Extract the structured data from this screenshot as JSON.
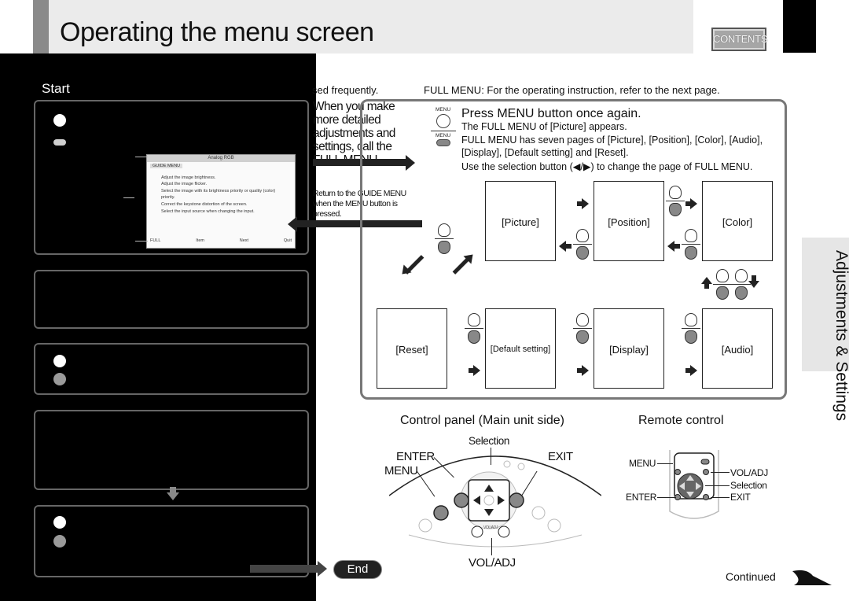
{
  "header": {
    "title": "Operating the menu screen",
    "contents_button": "CONTENTS"
  },
  "left_panel": {
    "start_label": "Start",
    "guide_menu": {
      "title": "Analog RGB",
      "subtitle": "GUIDE MENU",
      "lines": [
        "Adjust the image brightness.",
        "Adjust the image flicker.",
        "Select the image with its brightness priority or quality (color)",
        "priority.",
        "Correct the keystone distortion of the screen.",
        "Select the input source when changing the input."
      ],
      "footer": [
        "FULL",
        "Item",
        "Next",
        "Quit"
      ]
    }
  },
  "middle": {
    "top_text": "sed frequently.",
    "big_text": "When you make more detailed adjustments and settings, call the FULL MENU.",
    "small_text": "Return to the GUIDE MENU when the MENU button is pressed."
  },
  "full_menu": {
    "intro": "FULL MENU: For the operating instruction, refer to the next page.",
    "icon_label_top": "MENU",
    "icon_label_bottom": "MENU",
    "press_title": "Press MENU button once again.",
    "lines": [
      "The FULL MENU of [Picture] appears.",
      "FULL MENU has seven pages of [Picture], [Position], [Color], [Audio],",
      "[Display], [Default setting] and [Reset].",
      "Use the selection button (◀/▶) to change the page of FULL MENU."
    ],
    "pages_top": [
      "[Picture]",
      "[Position]",
      "[Color]"
    ],
    "pages_bottom": [
      "[Reset]",
      "[Default setting]",
      "[Display]",
      "[Audio]"
    ]
  },
  "side_tab": {
    "text": "Adjustments & Settings"
  },
  "control_panel": {
    "title": "Control panel (Main unit side)",
    "selection": "Selection",
    "enter": "ENTER",
    "menu": "MENU",
    "exit": "EXIT",
    "vol_adj": "VOL/ADJ",
    "small_labels": [
      "VOL/ADJ"
    ]
  },
  "remote_control": {
    "title": "Remote control",
    "menu": "MENU",
    "enter": "ENTER",
    "vol_adj": "VOL/ADJ",
    "selection": "Selection",
    "exit": "EXIT"
  },
  "footer": {
    "end_label": "End",
    "continued": "Continued"
  }
}
